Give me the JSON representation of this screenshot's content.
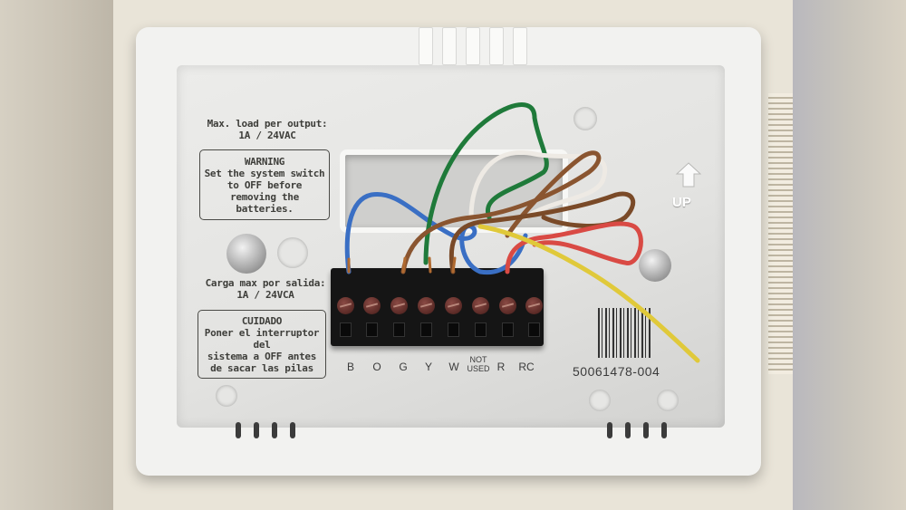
{
  "scene": {
    "subject": "Thermostat wall plate with wiring",
    "colors": {
      "plate": "#f2f2f0",
      "terminal_block": "#151515",
      "wall": "#e9e4d8",
      "text": "#3e3e3a"
    }
  },
  "label_english": {
    "max_load_line1": "Max. load per output:",
    "max_load_line2": "1A / 24VAC",
    "warning_title": "WARNING",
    "warning_line1": "Set the system switch",
    "warning_line2": "to OFF before",
    "warning_line3": "removing the batteries."
  },
  "label_spanish": {
    "max_load_line1": "Carga max por salida:",
    "max_load_line2": "1A / 24VCA",
    "warning_title": "CUIDADO",
    "warning_line1": "Poner el interruptor del",
    "warning_line2": "sistema a OFF antes",
    "warning_line3": "de sacar las pilas"
  },
  "terminals": [
    {
      "label": "B",
      "wire_color": "#3a6fc4"
    },
    {
      "label": "O",
      "wire_color": ""
    },
    {
      "label": "G",
      "wire_color": "#1f7a3a"
    },
    {
      "label": "Y",
      "wire_color": "#e0c93a"
    },
    {
      "label": "W",
      "wire_color": "#8a5530"
    },
    {
      "label": "NOT USED",
      "wire_color": ""
    },
    {
      "label": "R",
      "wire_color": "#d94a44"
    },
    {
      "label": "RC",
      "wire_color": ""
    }
  ],
  "part_number": "50061478-004",
  "orientation_marker": "UP",
  "wires": [
    {
      "color_name": "blue",
      "hex": "#3a6fc4"
    },
    {
      "color_name": "green",
      "hex": "#1f7a3a"
    },
    {
      "color_name": "white",
      "hex": "#eeeae4"
    },
    {
      "color_name": "brown",
      "hex": "#8a5530"
    },
    {
      "color_name": "red",
      "hex": "#d94a44"
    },
    {
      "color_name": "yellow",
      "hex": "#e0c93a"
    }
  ]
}
